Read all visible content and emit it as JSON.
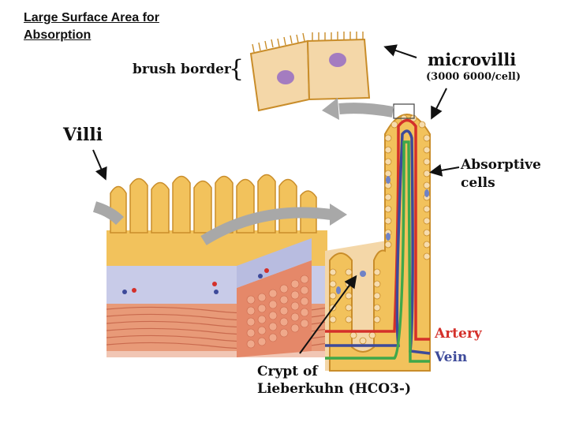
{
  "title": {
    "line1": "Large Surface Area for",
    "line2": "Absorption"
  },
  "labels": {
    "villi": "Villi",
    "brush_border": "brush border",
    "brace": "{",
    "microvilli": "microvilli",
    "microvilli_count": "(3000 6000/cell)",
    "absorptive_line1": "Absorptive",
    "absorptive_line2": "cells",
    "artery": "Artery",
    "vein": "Vein",
    "crypt_line1": "Crypt of",
    "crypt_line2": "Lieberkuhn (HCO3-)"
  },
  "colors": {
    "villus_fill": "#f2c25c",
    "villus_edge": "#c98d2a",
    "cell_fill": "#f4d7a8",
    "nucleus": "#a47cc0",
    "submucosa": "#c8cbe8",
    "muscle": "#e89a78",
    "muscle_dark": "#c96a4e",
    "artery": "#d4302a",
    "vein": "#3d4a9a",
    "lymph": "#3fa84a",
    "arrow_gray": "#a8a8a8"
  }
}
